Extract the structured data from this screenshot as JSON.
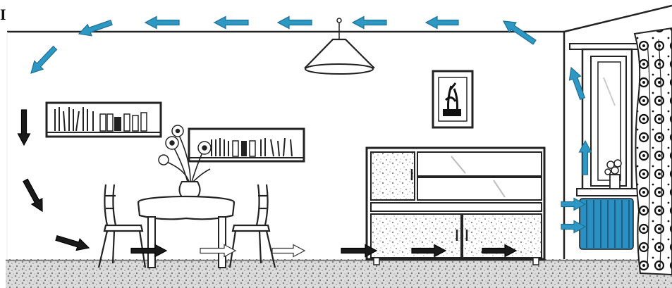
{
  "corner_text": "I",
  "colors": {
    "warm_air_arrow": "#2e98c4",
    "cool_air_arrow": "#1a1a1a",
    "floor_hollow_arrow": "#ffffff",
    "radiator": "#2c8fc2",
    "line": "#222222",
    "carpet": "#c9c9c9"
  },
  "icons": [
    "pendant-lamp-icon",
    "wall-shelf-icon",
    "framed-picture-icon",
    "flower-vase-icon",
    "dining-table-icon",
    "chair-icon",
    "sideboard-icon",
    "window-icon",
    "curtain-icon",
    "radiator-icon",
    "potted-plant-icon",
    "carpet-icon"
  ],
  "flow_description_arrows": {
    "blue": "warm-air",
    "black": "cool-air"
  }
}
